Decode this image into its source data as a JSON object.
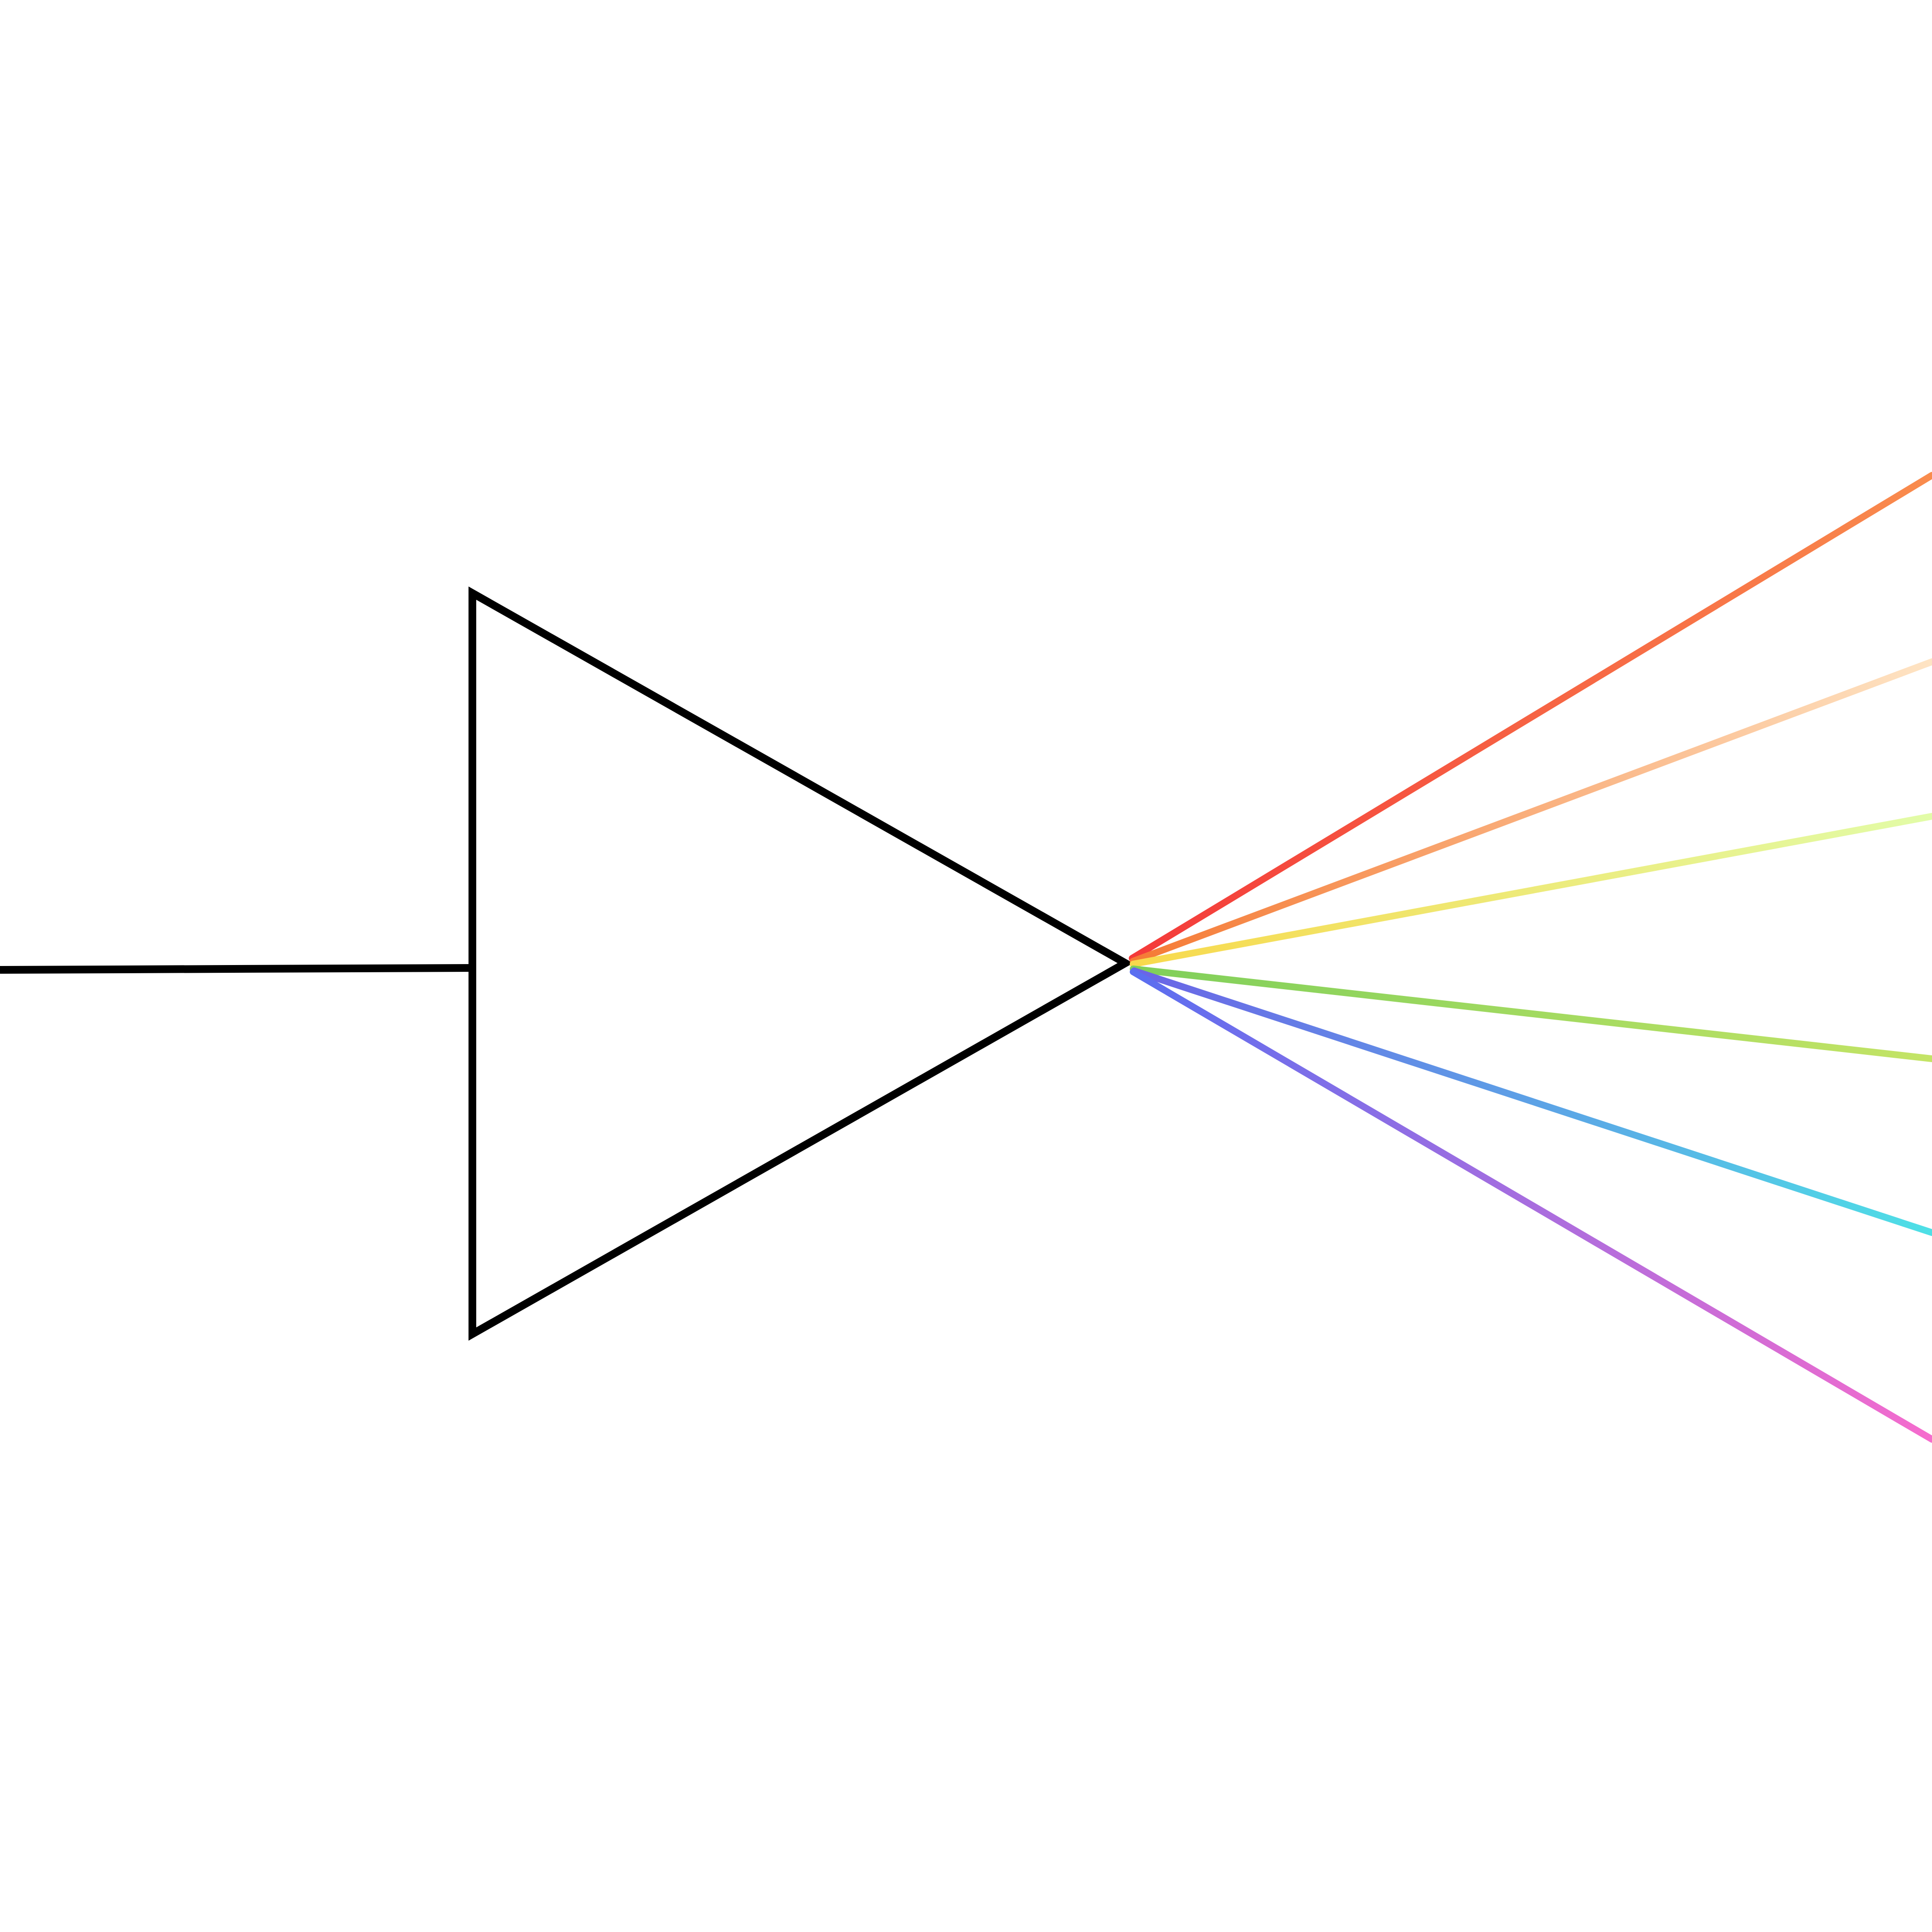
{
  "diagram": {
    "background": "#ffffff",
    "outline_color": "#000000",
    "components": [
      "input-ray",
      "prism-triangle",
      "spectrum-rays"
    ],
    "rays": [
      {
        "name": "ray-red-orange",
        "start": "#f43a3a",
        "end": "#f98c4d"
      },
      {
        "name": "ray-orange-peach",
        "start": "#f57a35",
        "end": "#fee4c4"
      },
      {
        "name": "ray-yellow-lime",
        "start": "#f8d94c",
        "end": "#e2fca8"
      },
      {
        "name": "ray-green",
        "start": "#7fcf5a",
        "end": "#c4e466"
      },
      {
        "name": "ray-blue-cyan",
        "start": "#6b63e6",
        "end": "#4ee0e6"
      },
      {
        "name": "ray-indigo-pink",
        "start": "#5a6ef0",
        "end": "#f66ccd"
      }
    ]
  }
}
